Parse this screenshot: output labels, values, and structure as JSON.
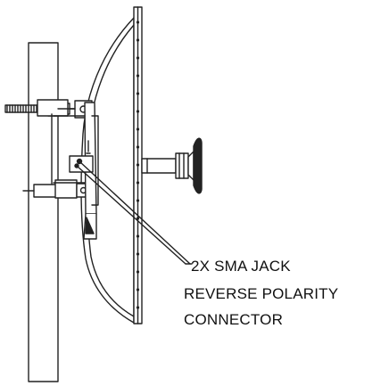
{
  "callout": {
    "lines": [
      "2X SMA JACK",
      "REVERSE POLARITY",
      "CONNECTOR"
    ]
  },
  "colors": {
    "line": "#222222",
    "background": "#ffffff"
  }
}
